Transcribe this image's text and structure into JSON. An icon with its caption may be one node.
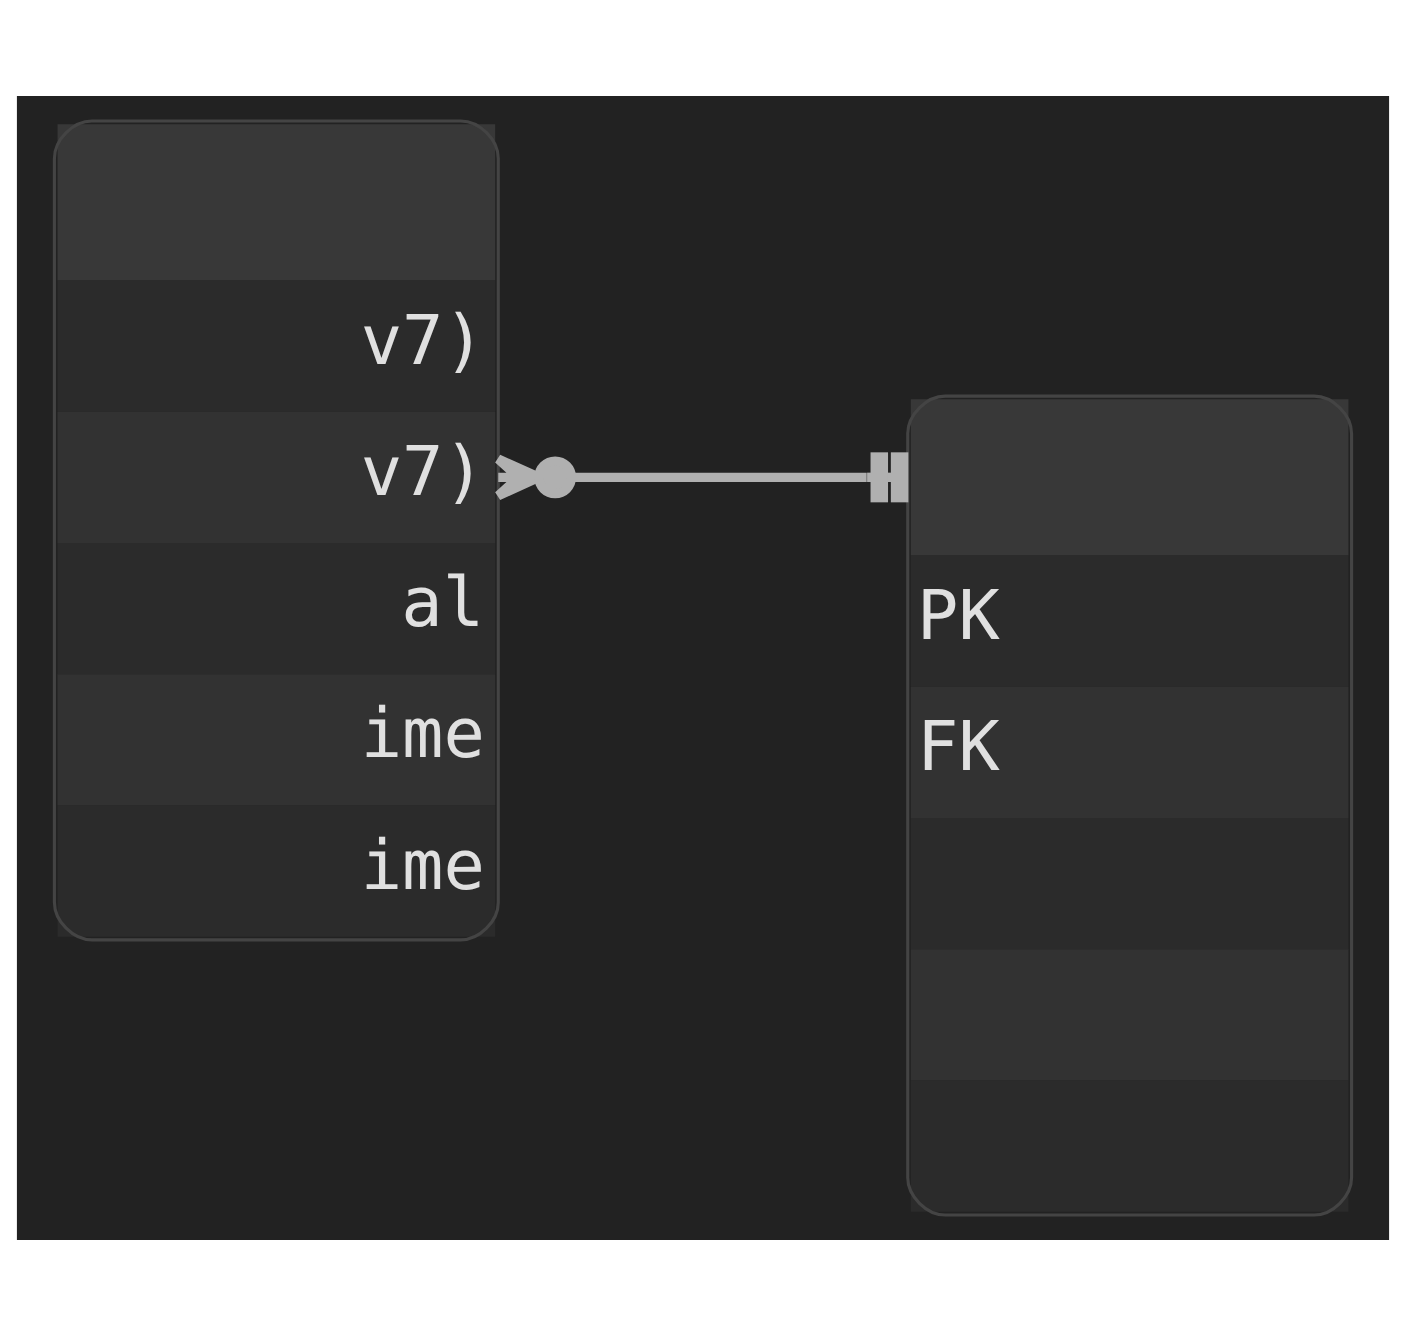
{
  "diagram": {
    "nodes": [
      {
        "text": [
          "v7)",
          "v7)",
          "al",
          "ime",
          "ime"
        ]
      },
      {
        "text": [
          "PK",
          "FK"
        ]
      }
    ],
    "edges": [
      {
        "from": 0,
        "to": 1,
        "arrow": "other"
      }
    ]
  }
}
